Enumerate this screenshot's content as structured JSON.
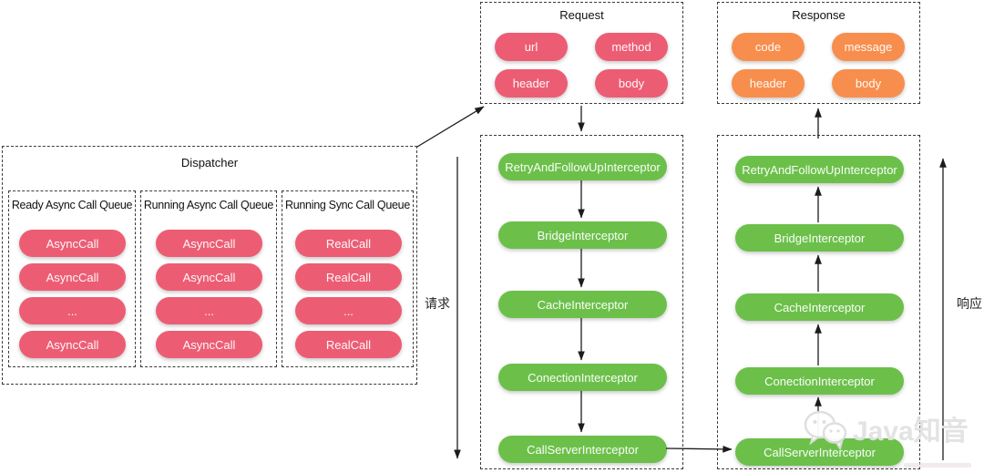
{
  "request": {
    "title": "Request",
    "pills": [
      "url",
      "method",
      "header",
      "body"
    ]
  },
  "response": {
    "title": "Response",
    "pills": [
      "code",
      "message",
      "header",
      "body"
    ]
  },
  "dispatcher": {
    "title": "Dispatcher",
    "queues": [
      {
        "title": "Ready Async Call Queue",
        "pills": [
          "AsyncCall",
          "AsyncCall",
          "...",
          "AsyncCall"
        ]
      },
      {
        "title": "Running Async Call Queue",
        "pills": [
          "AsyncCall",
          "AsyncCall",
          "...",
          "AsyncCall"
        ]
      },
      {
        "title": "Running Sync Call Queue",
        "pills": [
          "RealCall",
          "RealCall",
          "...",
          "RealCall"
        ]
      }
    ]
  },
  "request_chain": {
    "pills": [
      "RetryAndFollowUpInterceptor",
      "BridgeInterceptor",
      "CacheInterceptor",
      "ConectionInterceptor",
      "CallServerInterceptor"
    ]
  },
  "response_chain": {
    "pills": [
      "RetryAndFollowUpInterceptor",
      "BridgeInterceptor",
      "CacheInterceptor",
      "ConectionInterceptor",
      "CallServerInterceptor"
    ]
  },
  "labels": {
    "request_flow": "请求",
    "response_flow": "响应"
  },
  "watermark": {
    "text": "Java知音",
    "icon": "wechat-icon"
  },
  "colors": {
    "request_pill": "#EC5D74",
    "response_pill": "#F88E4D",
    "interceptor_pill": "#6CC04A",
    "border": "#3A3A3A",
    "watermark": "#E2E2E2"
  }
}
